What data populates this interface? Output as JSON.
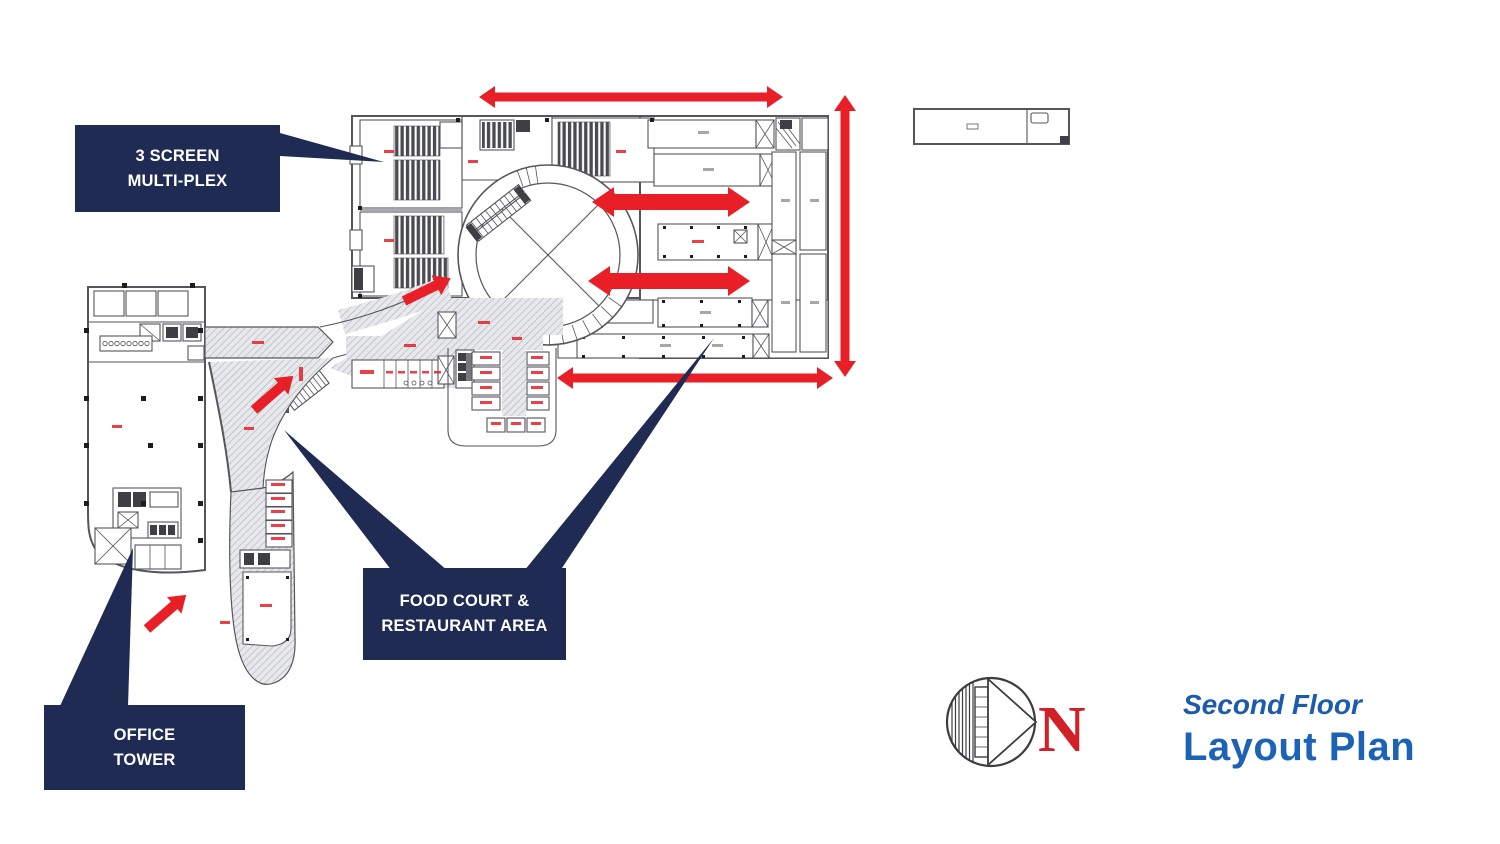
{
  "callouts": {
    "multiplex": {
      "lines": [
        "3 SCREEN",
        "MULTI-PLEX"
      ]
    },
    "food_court": {
      "lines": [
        "FOOD COURT &",
        "RESTAURANT AREA"
      ]
    },
    "office_tower": {
      "lines": [
        "OFFICE",
        "TOWER"
      ]
    }
  },
  "title_block": {
    "subtitle": "Second Floor",
    "title": "Layout Plan"
  },
  "compass": {
    "label": "N"
  },
  "colors": {
    "navy": "#1F2B52",
    "red": "#E81F27",
    "title-blue": "#1D5BAD",
    "title-blue2": "#1C63B8",
    "compass-red": "#D12027",
    "plan-line": "#55565C",
    "plan-dark": "#3F4045"
  }
}
